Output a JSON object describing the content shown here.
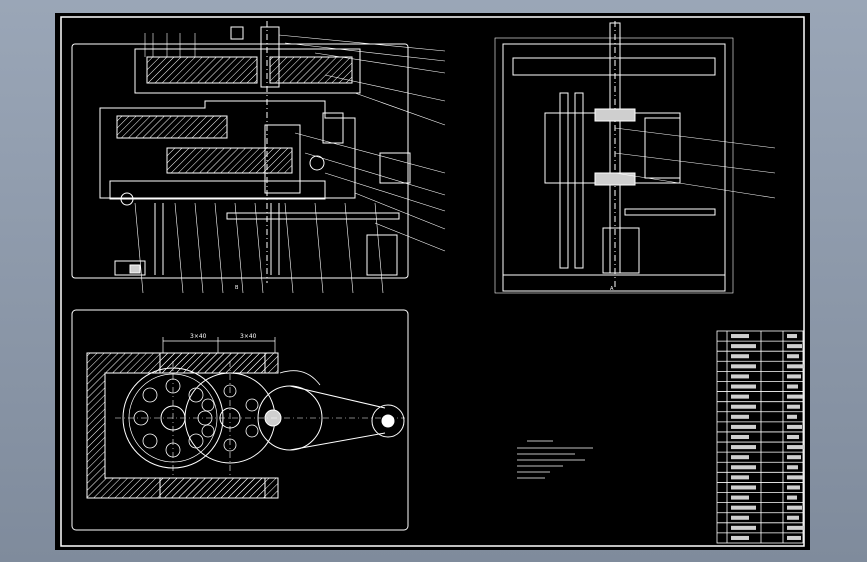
{
  "colors": {
    "background_gradient_top": "#9aa6b7",
    "background_gradient_bottom": "#7f8b9c",
    "sheet": "#000000",
    "line": "#ffffff",
    "detail_gray": "#cfcfcf"
  },
  "drawing": {
    "dimension_left": "3×40",
    "dimension_right": "3×40",
    "side_view_label": "A",
    "front_view_label": "B"
  },
  "title_block": {
    "rows": 21,
    "cols": 4
  }
}
